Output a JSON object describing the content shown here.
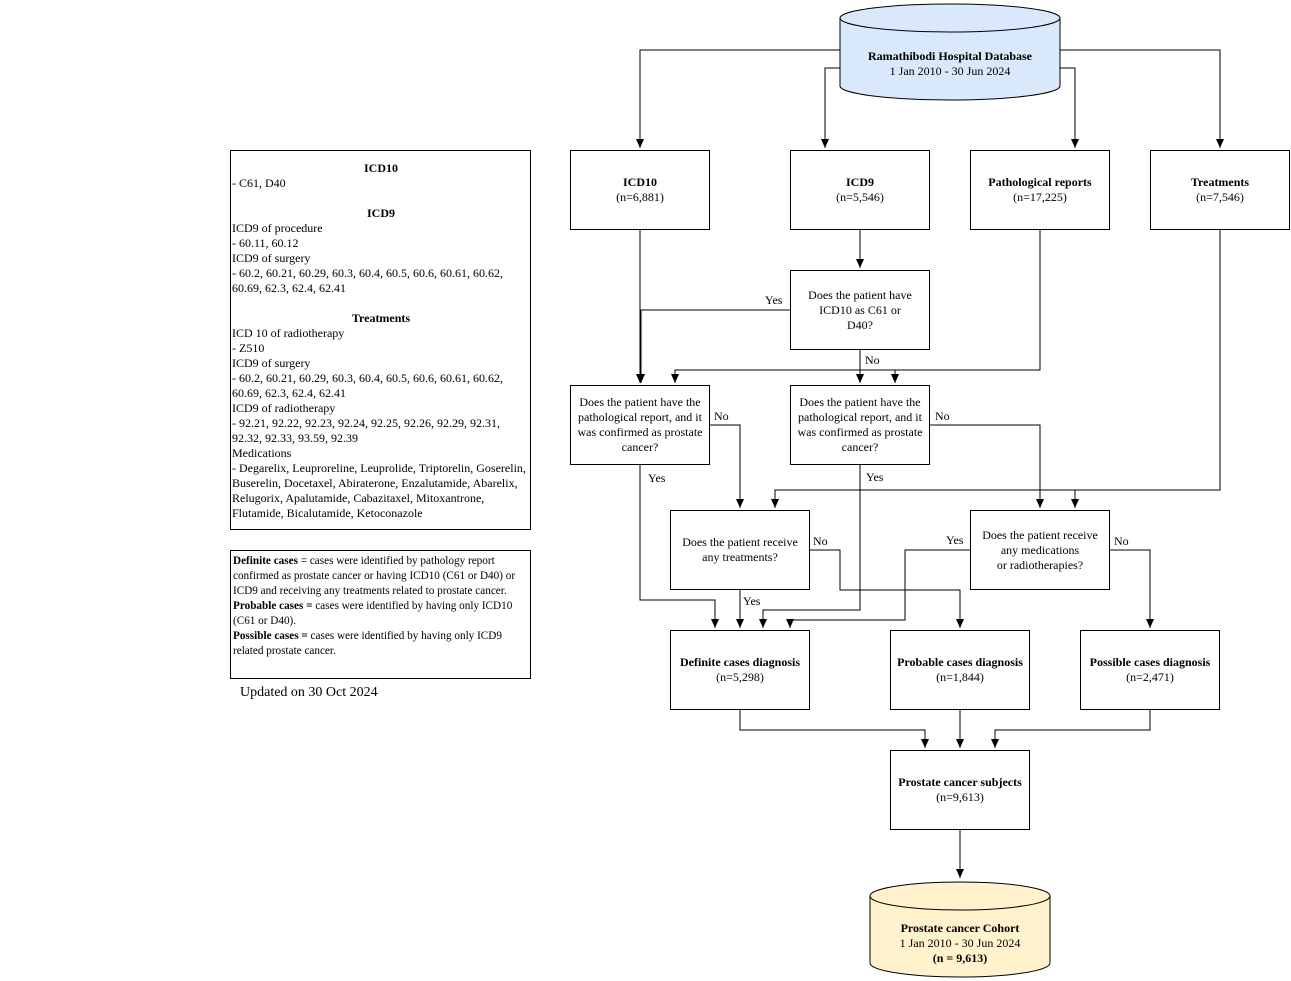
{
  "source_db": {
    "title": "Ramathibodi Hospital Database",
    "period": "1 Jan 2010 - 30 Jun 2024",
    "fill": "#dae8fc"
  },
  "sources": {
    "icd10": {
      "title": "ICD10",
      "count": "(n=6,881)"
    },
    "icd9": {
      "title": "ICD9",
      "count": "(n=5,546)"
    },
    "pathology": {
      "title": "Pathological reports",
      "count": "(n=17,225)"
    },
    "treatments": {
      "title": "Treatments",
      "count": "(n=7,546)"
    }
  },
  "decisions": {
    "icd10_check": "Does the patient have ICD10 as C61 or D40?",
    "path_confirm_left": "Does the patient have the pathological report, and it was confirmed as prostate cancer?",
    "path_confirm_mid": "Does the patient have the pathological report, and it was confirmed as prostate cancer?",
    "receive_treatments": "Does the patient receive any treatments?",
    "receive_meds_line1": "Does the patient receive",
    "receive_meds_line2": "any medications",
    "receive_meds_line3": "or radiotherapies?"
  },
  "edge_labels": {
    "yes": "Yes",
    "no": "No"
  },
  "outcomes": {
    "definite": {
      "title": "Definite cases diagnosis",
      "count": "(n=5,298)"
    },
    "probable": {
      "title": "Probable cases diagnosis",
      "count": "(n=1,844)"
    },
    "possible": {
      "title": "Possible cases diagnosis",
      "count": "(n=2,471)"
    },
    "subjects": {
      "title": "Prostate cancer subjects",
      "count": "(n=9,613)"
    }
  },
  "cohort": {
    "title": "Prostate cancer Cohort",
    "period": "1 Jan 2010 - 30 Jun 2024",
    "count": "(n = 9,613)",
    "fill": "#fff2cc"
  },
  "codes_panel": {
    "icd10_heading": "ICD10",
    "icd10_codes": "- C61, D40",
    "icd9_heading": "ICD9",
    "icd9_procedure_label": "ICD9 of procedure",
    "icd9_procedure_codes": "- 60.11, 60.12",
    "icd9_surgery_label": "ICD9 of surgery",
    "icd9_surgery_codes_1": "- 60.2, 60.21, 60.29, 60.3, 60.4, 60.5, 60.6, 60.61, 60.62,",
    "icd9_surgery_codes_2": "60.69, 62.3, 62.4, 62.41",
    "treatments_heading": "Treatments",
    "icd10_radiotherapy_label": "ICD 10 of radiotherapy",
    "icd10_radiotherapy_codes": "- Z510",
    "tr_icd9_surgery_label": "ICD9 of surgery",
    "tr_icd9_surgery_codes_1": "- 60.2, 60.21, 60.29, 60.3, 60.4, 60.5, 60.6, 60.61, 60.62,",
    "tr_icd9_surgery_codes_2": "60.69, 62.3, 62.4, 62.41",
    "icd9_radiotherapy_label": "ICD9 of radiotherapy",
    "icd9_radiotherapy_codes_1": "- 92.21, 92.22, 92.23, 92.24, 92.25, 92.26, 92.29, 92.31,",
    "icd9_radiotherapy_codes_2": "92.32, 92.33, 93.59, 92.39",
    "medications_label": "Medications",
    "medications_1": "- Degarelix, Leuproreline, Leuprolide, Triptorelin, Goserelin,",
    "medications_2": "Buserelin, Docetaxel, Abiraterone, Enzalutamide, Abarelix,",
    "medications_3": "Relugorix, Apalutamide, Cabazitaxel, Mitoxantrone,",
    "medications_4": "Flutamide, Bicalutamide, Ketoconazole"
  },
  "definitions": {
    "definite_term": "Definite cases",
    "definite_text": " = cases were identified by pathology report confirmed as prostate cancer or having ICD10 (C61 or D40) or ICD9 and receiving any treatments related to prostate cancer.",
    "probable_term": "Probable cases =",
    "probable_text": " cases were identified by having only ICD10 (C61 or D40).",
    "possible_term": "Possible cases =",
    "possible_text": " cases were identified by having only ICD9 related prostate cancer."
  },
  "updated": "Updated on 30 Oct 2024"
}
